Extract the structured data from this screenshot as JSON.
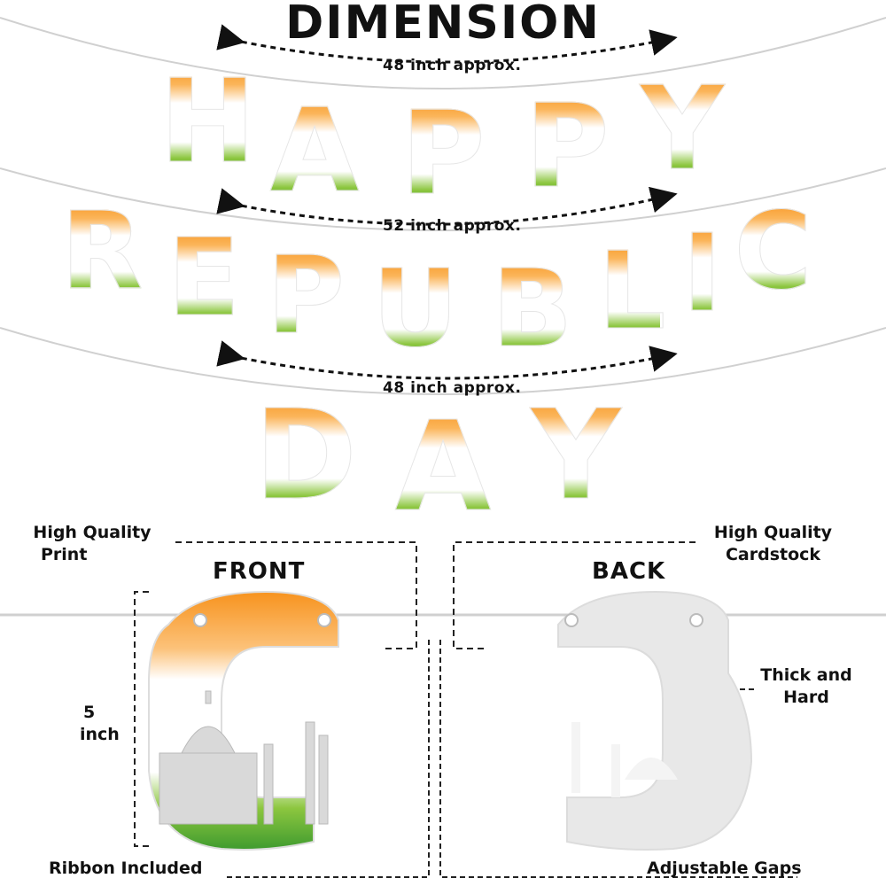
{
  "title": "DIMENSION",
  "dimensions": {
    "row1": "48 inch approx.",
    "row2": "52 inch approx.",
    "row3": "48 inch approx."
  },
  "banner": {
    "row1": [
      "H",
      "A",
      "P",
      "P",
      "Y"
    ],
    "row2": [
      "R",
      "E",
      "P",
      "U",
      "B",
      "L",
      "I",
      "C"
    ],
    "row3": [
      "D",
      "A",
      "Y"
    ]
  },
  "labels": {
    "print_line1": "High Quality",
    "print_line2": "Print",
    "cardstock_line1": "High Quality",
    "cardstock_line2": "Cardstock",
    "front": "FRONT",
    "back": "BACK",
    "height_value": "5",
    "height_unit": "inch",
    "thick_line1": "Thick and",
    "thick_line2": "Hard",
    "ribbon": "Ribbon Included",
    "gaps": "Adjustable Gaps"
  },
  "colors": {
    "saffron": "#f7931e",
    "green": "#3f9b2f",
    "string": "#cccccc",
    "back_card": "#e6e6e6"
  }
}
